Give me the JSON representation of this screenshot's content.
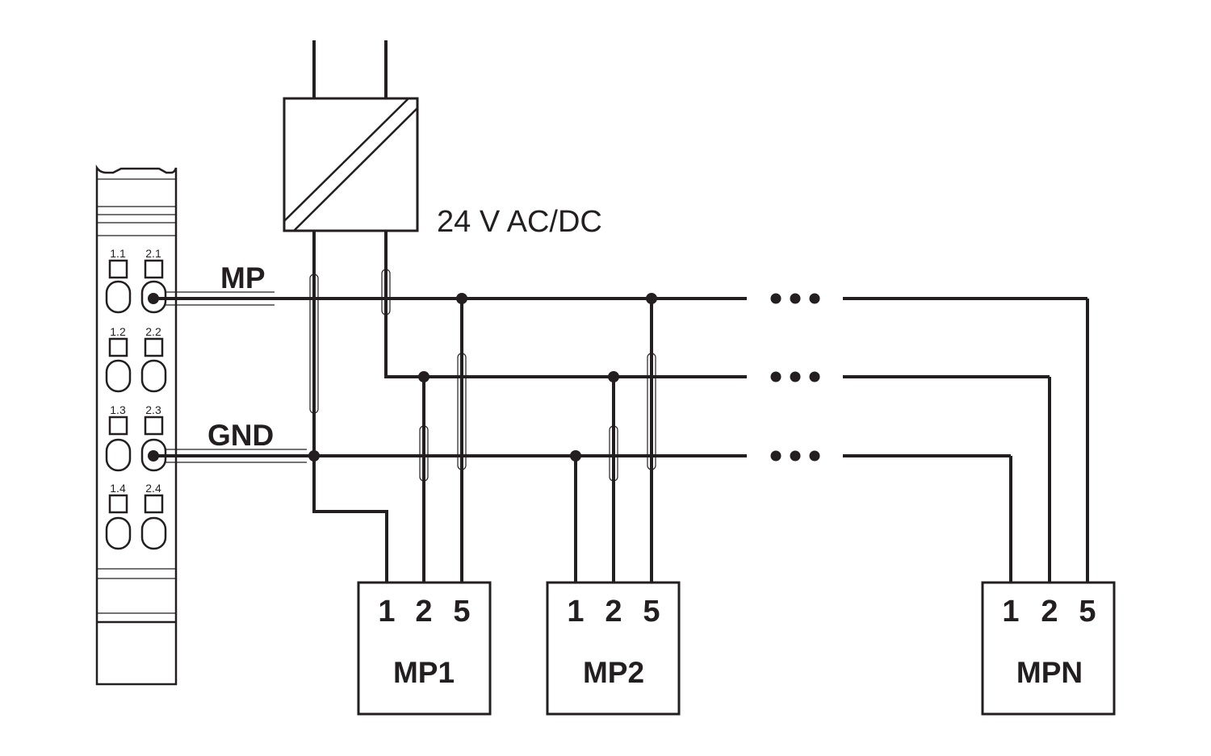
{
  "power_supply": {
    "label": "24 V AC/DC"
  },
  "bus_lines": {
    "mp_label": "MP",
    "gnd_label": "GND",
    "ellipsis": "•••"
  },
  "terminal_module": {
    "terminals": [
      {
        "left": "1.1",
        "right": "2.1"
      },
      {
        "left": "1.2",
        "right": "2.2"
      },
      {
        "left": "1.3",
        "right": "2.3"
      },
      {
        "left": "1.4",
        "right": "2.4"
      }
    ]
  },
  "devices": [
    {
      "name": "MP1",
      "pins": [
        "1",
        "2",
        "5"
      ]
    },
    {
      "name": "MP2",
      "pins": [
        "1",
        "2",
        "5"
      ]
    },
    {
      "name": "MPN",
      "pins": [
        "1",
        "2",
        "5"
      ]
    }
  ],
  "colors": {
    "line": "#231f20",
    "background": "#ffffff"
  }
}
